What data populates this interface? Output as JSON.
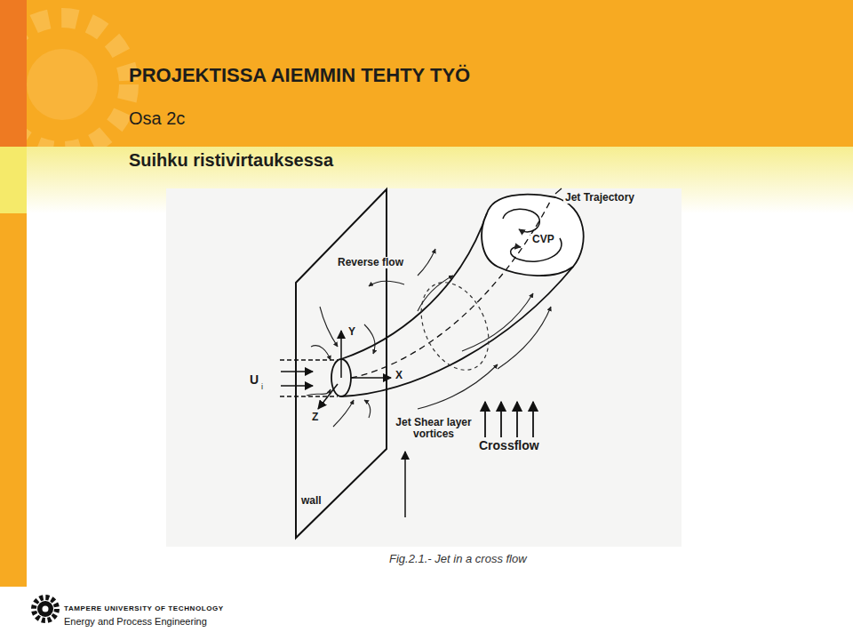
{
  "diagram": {
    "title": "PROJEKTISSA AIEMMIN TEHTY TYÖ",
    "caption": "Fig.2.1.- Jet in a cross flow",
    "labels": [
      "Osa 2c",
      "Suihku ristivirtauksessa",
      "Jet Trajectory",
      "CVP",
      "Reverse flow",
      "Y",
      "X",
      "Z",
      "U",
      "i",
      "Jet Shear layer vortices",
      "Crossflow",
      "wall",
      "TAMPERE UNIVERSITY OF TECHNOLOGY",
      "Energy and Process Engineering"
    ]
  }
}
